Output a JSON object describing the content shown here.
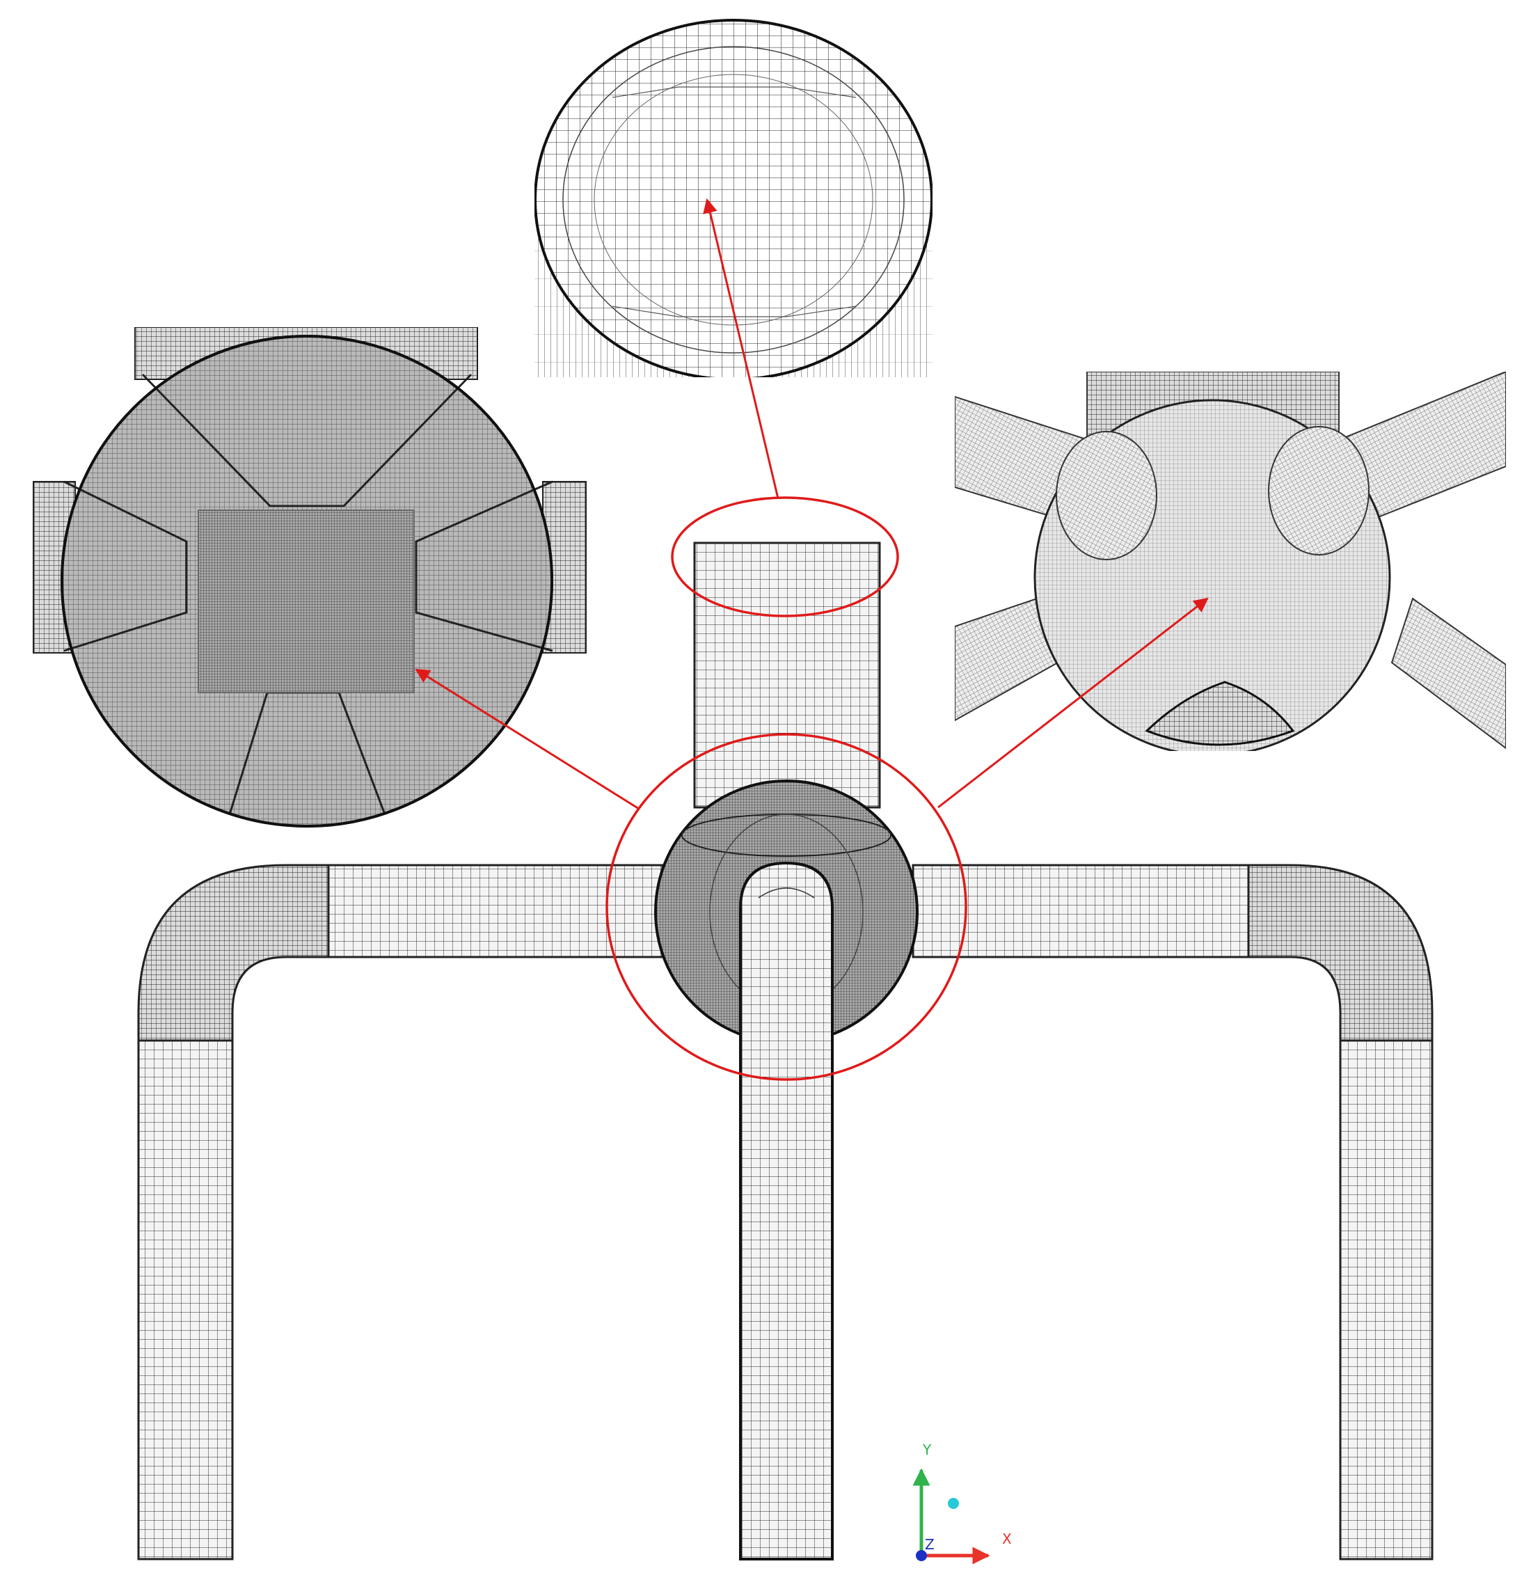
{
  "triad": {
    "x_label": "X",
    "y_label": "Y",
    "z_label": "Z",
    "x_color": "#e8332a",
    "y_color": "#2fb34a",
    "z_color": "#1a2fc4",
    "origin_color": "#27c9d8"
  },
  "colors": {
    "callout": "#e01a1a",
    "mesh_line": "#1e1e1e",
    "mesh_fill_light": "#f1f1f1",
    "mesh_fill_dense": "#a9a9a9"
  },
  "views": [
    {
      "name": "main-pipe-network-view"
    },
    {
      "name": "inlet-pipe-end-detail"
    },
    {
      "name": "junction-sphere-interior-detail"
    },
    {
      "name": "junction-sphere-exterior-detail"
    }
  ]
}
